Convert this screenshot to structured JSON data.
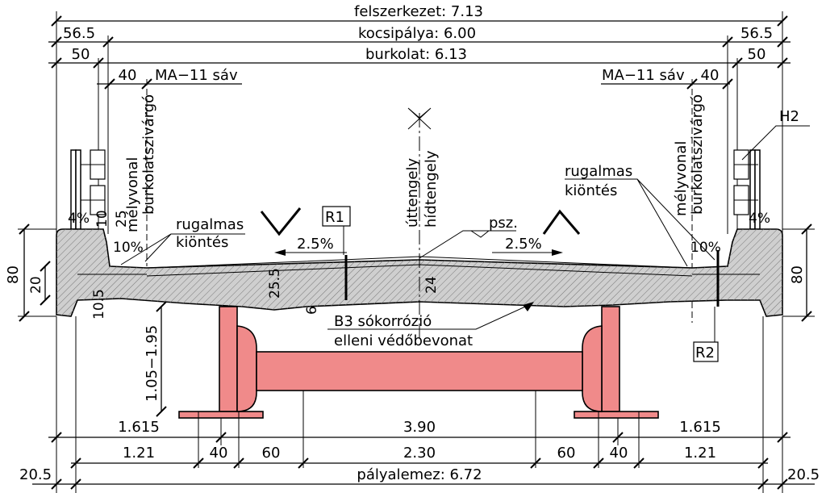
{
  "dimensions": {
    "superstructure": "felszerkezet:  7.13",
    "carriageway": "kocsipálya:  6.00",
    "pavement": "burkolat:  6.13",
    "left_56": "56.5",
    "right_56": "56.5",
    "left_50": "50",
    "right_50": "50",
    "left_40": "40",
    "right_40": "40",
    "ma11_left": "MA−11  sáv",
    "ma11_right": "MA−11  sáv",
    "h80_left": "80",
    "h80_right": "80",
    "h20": "20",
    "h10_5": "10.5",
    "h25": "25",
    "h10": "10",
    "h25_5": "25.5",
    "h24": "24",
    "h6": "6",
    "girder_height": "1.05−1.95",
    "bottom_left_1615": "1.615",
    "bottom_mid_390": "3.90",
    "bottom_right_1615": "1.615",
    "b_121_left": "1.21",
    "b_40_left": "40",
    "b_60_left": "60",
    "b_230": "2.30",
    "b_60_right": "60",
    "b_40_right": "40",
    "b_121_right": "1.21",
    "deck": "pályalemez:  6.72",
    "left_205": "20.5",
    "right_205": "20.5"
  },
  "annotations": {
    "deep_drain_left": "mélyvonal",
    "drain_left": "burkolatszivárgó",
    "deep_drain_right": "mélyvonal",
    "drain_right": "burkolatszivárgó",
    "elastic_left_1": "rugalmas",
    "elastic_left_2": "kiöntés",
    "elastic_right_1": "rugalmas",
    "elastic_right_2": "kiöntés",
    "road_axis": "úttengely",
    "bridge_axis": "hídtengely",
    "psz": "psz.",
    "slope_left": "2.5%",
    "slope_right": "2.5%",
    "pct4_left": "4%",
    "pct4_right": "4%",
    "pct10_left": "10%",
    "pct10_right": "10%",
    "r1": "R1",
    "r2": "R2",
    "h2": "H2",
    "coating_1": "B3  sókorrózió",
    "coating_2": "elleni  védőbevonat"
  }
}
